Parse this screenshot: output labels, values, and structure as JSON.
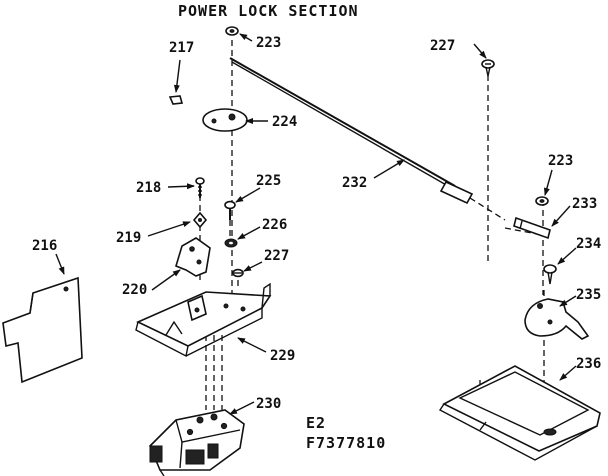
{
  "title": "POWER LOCK SECTION",
  "labels": {
    "l216": "216",
    "l217": "217",
    "l218": "218",
    "l219": "219",
    "l220": "220",
    "l223a": "223",
    "l223b": "223",
    "l224": "224",
    "l225": "225",
    "l226": "226",
    "l227a": "227",
    "l227b": "227",
    "l229": "229",
    "l230": "230",
    "l232": "232",
    "l233": "233",
    "l234": "234",
    "l235": "235",
    "l236": "236"
  },
  "codes": {
    "section": "E2",
    "drawing": "F7377810"
  }
}
